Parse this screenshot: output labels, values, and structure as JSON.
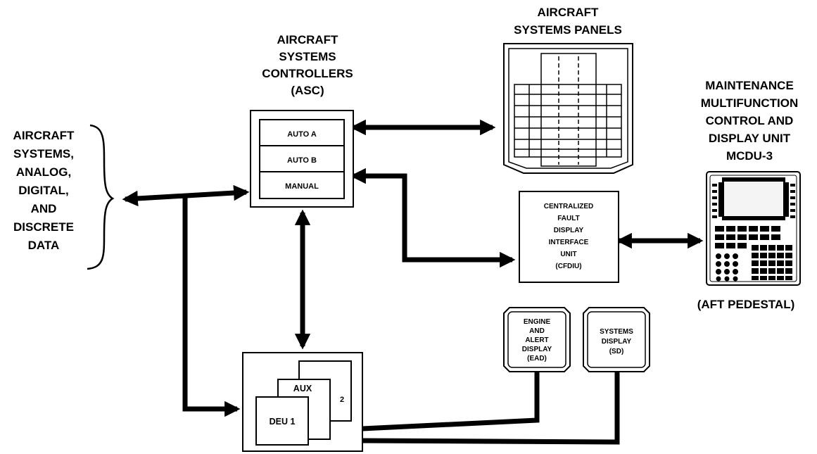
{
  "left_label": [
    "AIRCRAFT",
    "SYSTEMS,",
    "ANALOG,",
    "DIGITAL,",
    "AND",
    "DISCRETE",
    "DATA"
  ],
  "asc": {
    "title": [
      "AIRCRAFT",
      "SYSTEMS",
      "CONTROLLERS",
      "(ASC)"
    ],
    "modes": [
      "AUTO A",
      "AUTO B",
      "MANUAL"
    ]
  },
  "panels": {
    "title": [
      "AIRCRAFT",
      "SYSTEMS PANELS"
    ]
  },
  "cfdiu": {
    "lines": [
      "CENTRALIZED",
      "FAULT",
      "DISPLAY",
      "INTERFACE",
      "UNIT",
      "(CFDIU)"
    ]
  },
  "mcdu": {
    "title": [
      "MAINTENANCE",
      "MULTIFUNCTION",
      "CONTROL AND",
      "DISPLAY UNIT",
      "MCDU-3"
    ],
    "location": "(AFT PEDESTAL)"
  },
  "deu": {
    "labels": [
      "DEU 1",
      "AUX",
      "2"
    ]
  },
  "ead": {
    "lines": [
      "ENGINE",
      "AND",
      "ALERT",
      "DISPLAY",
      "(EAD)"
    ]
  },
  "sd": {
    "lines": [
      "SYSTEMS",
      "DISPLAY",
      "(SD)"
    ]
  }
}
